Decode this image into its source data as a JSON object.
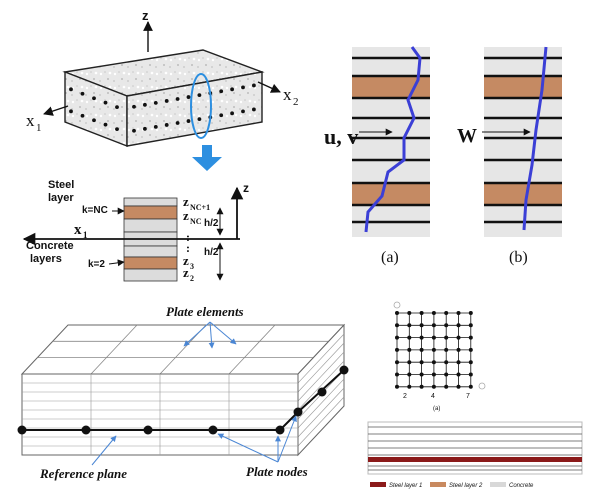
{
  "block3d": {
    "axis_z": "z",
    "axis_x1": "x",
    "axis_x1_sub": "1",
    "axis_x2": "x",
    "axis_x2_sub": "2"
  },
  "section": {
    "steel_label_1": "Steel",
    "steel_label_2": "layer",
    "concrete_label_1": "Concrete",
    "concrete_label_2": "layers",
    "k_nc": "k=NC",
    "k_2": "k=2",
    "axis_z": "z",
    "axis_x1": "x",
    "axis_x1_sub": "1",
    "z_nc1": "z",
    "z_nc1_sub": "NC+1",
    "z_nc": "z",
    "z_nc_sub": "NC",
    "z3": "z",
    "z3_sub": "3",
    "z2": "z",
    "z2_sub": "2",
    "half_h_top": "h/2",
    "half_h_bottom": "h/2",
    "dots": ":"
  },
  "displacement": {
    "label_uv": "u, v",
    "label_w": "W",
    "caption_a": "(a)",
    "caption_b": "(b)"
  },
  "plate": {
    "label_elements": "Plate elements",
    "label_reference": "Reference plane",
    "label_nodes": "Plate nodes"
  },
  "mesh": {
    "tick_labels": [
      "2",
      "4",
      "7"
    ],
    "caption": "(a)"
  },
  "legend": {
    "items": [
      {
        "label": "Steel layer 1",
        "color": "#8b1a1a"
      },
      {
        "label": "Steel layer 2",
        "color": "#c8895f"
      },
      {
        "label": "Concrete",
        "color": "#d8d8d8"
      }
    ]
  },
  "colors": {
    "steel": "#c58a63",
    "concrete": "#dcdcdc",
    "arrow": "#2d8fe0",
    "curve": "#3b3fd6",
    "leader": "#5a8fd6"
  }
}
